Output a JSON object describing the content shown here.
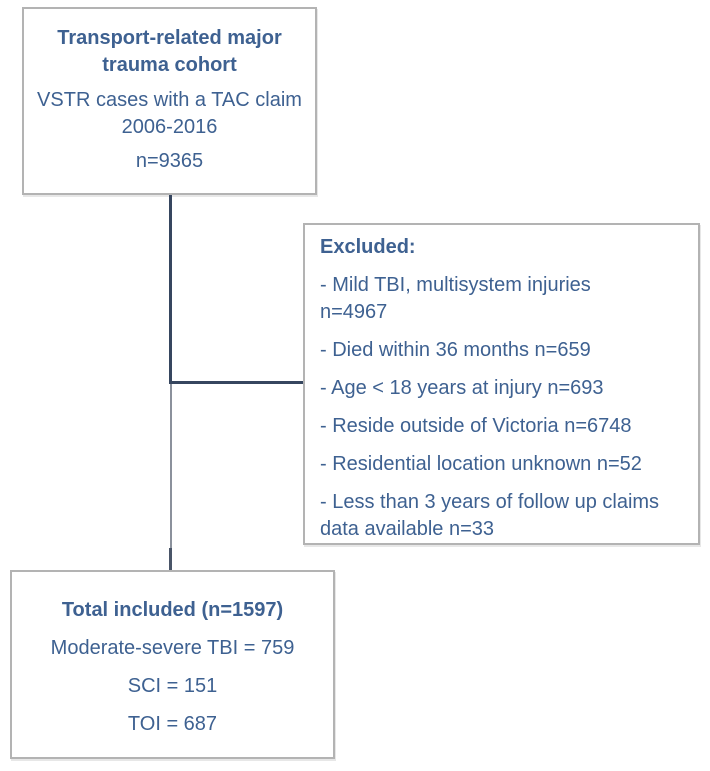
{
  "diagram": {
    "top_box": {
      "title_lines": [
        "Transport-related major",
        "trauma cohort"
      ],
      "subtitle_lines": [
        "VSTR cases with a TAC claim",
        "2006-2016"
      ],
      "count": "n=9365"
    },
    "excluded_box": {
      "heading": "Excluded:",
      "items": [
        [
          "- Mild TBI, multisystem injuries",
          "n=4967"
        ],
        [
          "- Died within 36 months n=659"
        ],
        [
          "- Age < 18 years at injury n=693"
        ],
        [
          "- Reside outside of Victoria n=6748"
        ],
        [
          "- Residential location unknown n=52"
        ],
        [
          "- Less than 3 years of follow up claims",
          "data available n=33"
        ]
      ]
    },
    "included_box": {
      "title": "Total included (n=1597)",
      "lines": [
        "Moderate-severe TBI = 759",
        "SCI = 151",
        "TOI = 687"
      ]
    },
    "colors": {
      "heading_text": "#23395b",
      "body_text": "#3e6191",
      "box_border": "#b3b3b3",
      "connector_dark": "#36465f",
      "connector_light": "#8b919c",
      "background": "#ffffff"
    }
  }
}
